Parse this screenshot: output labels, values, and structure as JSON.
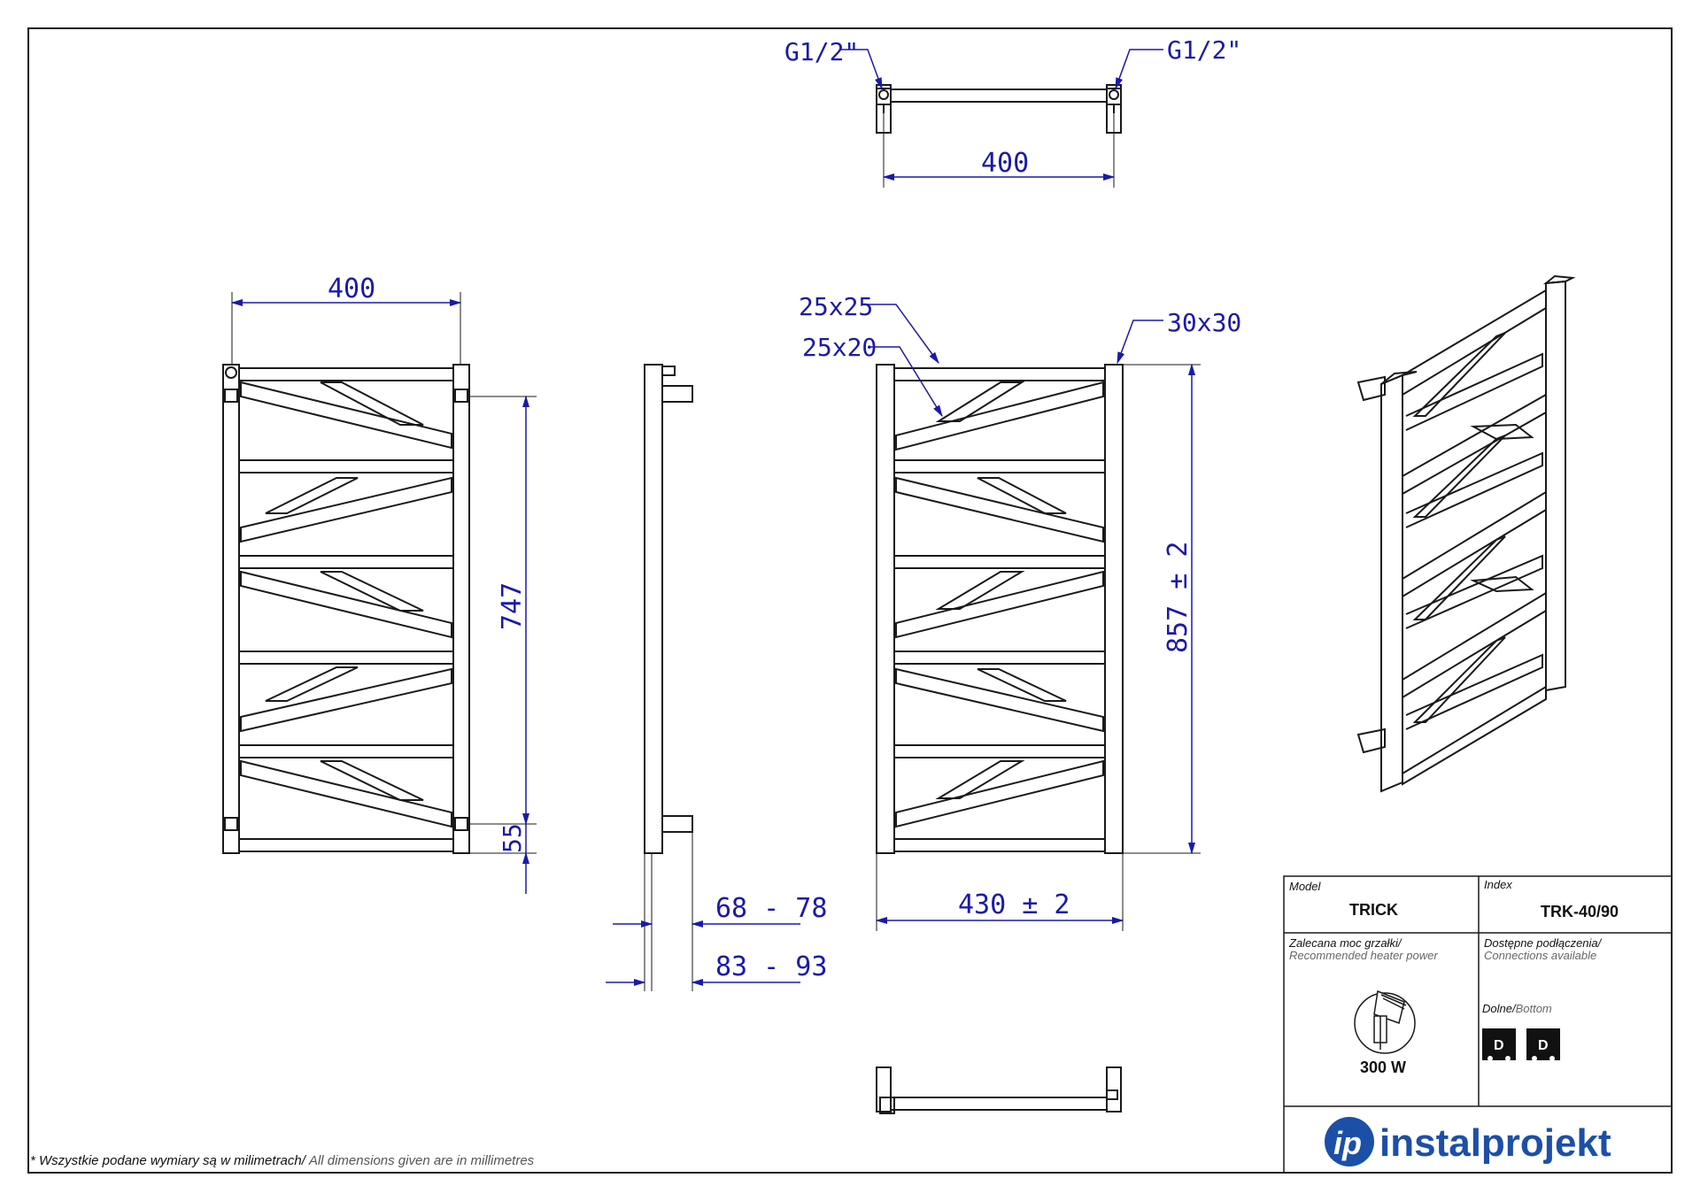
{
  "colors": {
    "dimension": "#1a1aa8",
    "line": "#1a1a1a",
    "brand": "#1c4fa8"
  },
  "top_view": {
    "conn_left": "G1/2\"",
    "conn_right": "G1/2\"",
    "width": "400"
  },
  "front_view": {
    "width": "400",
    "spacing": "747",
    "bottom_offset": "55"
  },
  "side_view": {
    "depth_1": "68 - 78",
    "depth_2": "83 - 93"
  },
  "main_view": {
    "profile_1": "25x25",
    "profile_2": "25x20",
    "profile_3": "30x30",
    "height": "857 ± 2",
    "width": "430 ± 2"
  },
  "title_block": {
    "model_label": "Model",
    "model_value": "TRICK",
    "index_label": "Index",
    "index_value": "TRK-40/90",
    "heater_label_pl": "Zalecana moc grzałki/",
    "heater_label_en": "Recommended heater power",
    "heater_value": "300 W",
    "conn_label_pl": "Dostępne podłączenia/",
    "conn_label_en": "Connections available",
    "bottom_pl": "Dolne/",
    "bottom_en": "Bottom",
    "badge_1": "D",
    "badge_2": "D",
    "heater_icon": "heater-element-icon",
    "brand": "instalprojekt",
    "brand_logo": "ip-logo-icon"
  },
  "footnote": {
    "pl": "* Wszystkie podane wymiary są w milimetrach/",
    "en": "All dimensions given are in millimetres"
  }
}
